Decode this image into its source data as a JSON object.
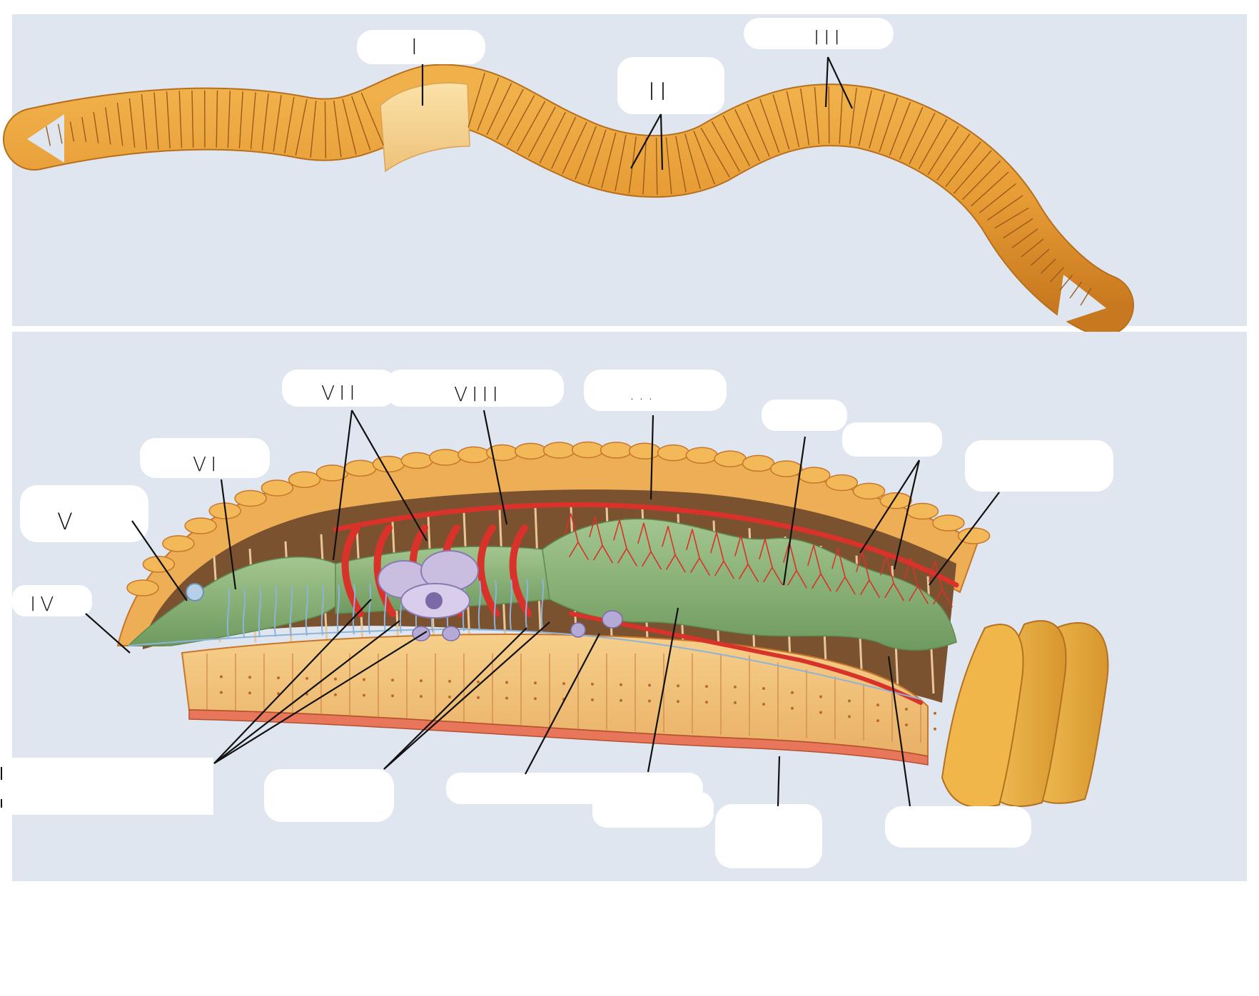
{
  "labels": {
    "i": "I",
    "ii": "II",
    "iii": "III",
    "iv": "IV",
    "v": "V",
    "vi": "VI",
    "vii": "VII",
    "viii": "VIII",
    "ix": "..."
  },
  "colors": {
    "panel_background": "#dfe6ef",
    "body_orange": "#e9a13a",
    "clitellum": "#f4d795",
    "intestine_green": "#8fb47c",
    "blood_vessel_red": "#d8322a",
    "nerve_blue": "#8eb3d9",
    "ovary_lilac": "#c9bde0"
  }
}
